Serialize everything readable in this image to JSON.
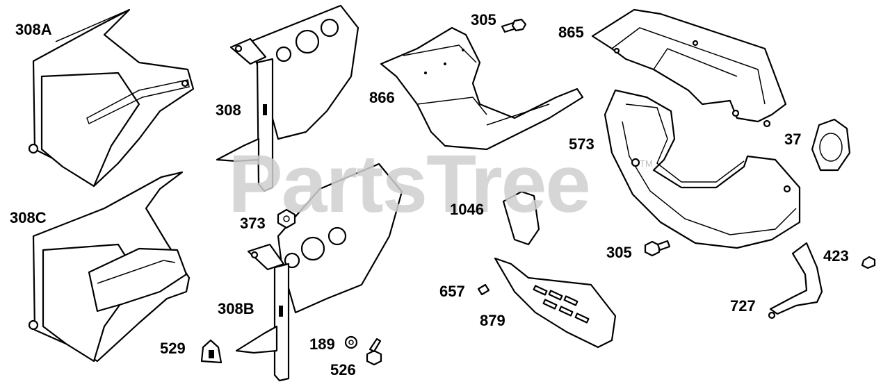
{
  "watermark": {
    "text": "PartsTree",
    "trademark": "TM"
  },
  "callouts": {
    "c308A": "308A",
    "c308": "308",
    "c308C": "308C",
    "c373": "373",
    "c308B": "308B",
    "c529": "529",
    "c189": "189",
    "c526": "526",
    "c305a": "305",
    "c866": "866",
    "c865": "865",
    "c573": "573",
    "c37": "37",
    "c1046": "1046",
    "c657": "657",
    "c879": "879",
    "c305b": "305",
    "c423": "423",
    "c727": "727"
  }
}
